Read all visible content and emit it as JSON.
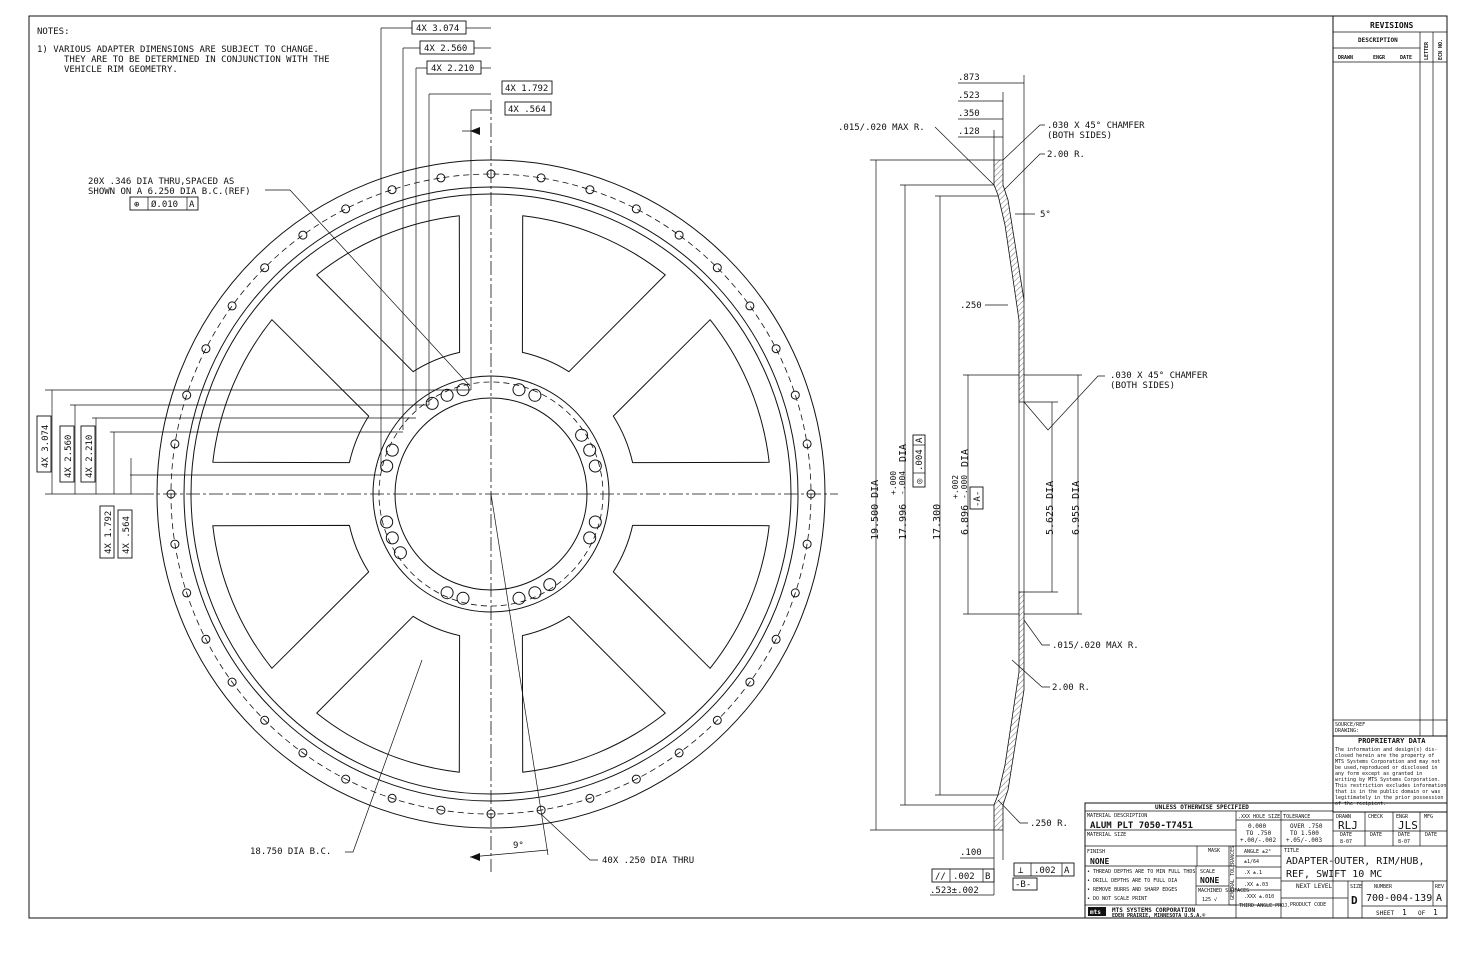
{
  "notes": {
    "heading": "NOTES:",
    "note1_line1": "1) VARIOUS ADAPTER DIMENSIONS ARE SUBJECT TO CHANGE.",
    "note1_line2": "THEY ARE TO BE DETERMINED IN CONJUNCTION WITH THE",
    "note1_line3": "VEHICLE RIM GEOMETRY."
  },
  "front_view": {
    "top_dims": [
      "4X 3.074",
      "4X 2.560",
      "4X 2.210",
      "4X 1.792",
      "4X .564"
    ],
    "left_dims": [
      "4X 3.074",
      "4X 2.560",
      "4X 2.210",
      "4X 1.792",
      "4X .564"
    ],
    "hole_note_line1": "20X .346 DIA THRU,SPACED AS",
    "hole_note_line2": "SHOWN ON A 6.250 DIA B.C.(REF)",
    "hole_fcf_symbol": "⊕",
    "hole_fcf_tol": "Ø.010",
    "hole_fcf_datum": "A",
    "bc_label": "18.750 DIA B.C.",
    "outer_holes_label": "40X .250 DIA THRU",
    "angle_label": "9°"
  },
  "section_view": {
    "dim_873": ".873",
    "dim_523": ".523",
    "dim_350": ".350",
    "dim_128": ".128",
    "max_r_top": ".015/.020 MAX R.",
    "chamfer_top_1": ".030 X 45° CHAMFER",
    "chamfer_top_2": "(BOTH SIDES)",
    "r200_top": "2.00 R.",
    "angle_5": "5°",
    "dim_250_mid": ".250",
    "chamfer_mid_1": ".030 X 45° CHAMFER",
    "chamfer_mid_2": "(BOTH SIDES)",
    "dia_19500": "19.500 DIA",
    "dia_17996": "17.996",
    "dia_17996_tol_plus": "+.000",
    "dia_17996_tol_minus": "-.004",
    "dia_17996_suffix": "DIA",
    "conc_symbol": "◎",
    "conc_tol": ".004",
    "conc_datum": "A",
    "dia_17300": "17.300",
    "dia_6896": "6.896",
    "dia_6896_tol_plus": "+.002",
    "dia_6896_tol_minus": "-.000",
    "dia_6896_suffix": "DIA",
    "datum_a": "-A-",
    "dia_5625": "5.625 DIA",
    "dia_6955": "6.955 DIA",
    "max_r_bottom": ".015/.020 MAX R.",
    "r200_bottom": "2.00 R.",
    "r250_bottom": ".250 R.",
    "dim_100": ".100",
    "par_symbol": "//",
    "par_tol": ".002",
    "par_datum": "B",
    "perp_symbol": "⊥",
    "perp_tol": ".002",
    "perp_datum": "A",
    "datum_b": "-B-",
    "dim_523_bottom": ".523±.002"
  },
  "revisions": {
    "title": "REVISIONS",
    "description": "DESCRIPTION",
    "drawn": "DRAWN",
    "engr": "ENGR",
    "date": "DATE",
    "letter": "LETTER",
    "ecn_no": "ECN NO."
  },
  "source_ref": {
    "line1": "SOURCE/REF",
    "line2": "DRAWING:"
  },
  "proprietary": {
    "title": "PROPRIETARY DATA",
    "lines": [
      "The information and design(s) dis-",
      "closed herein are the property of",
      "MTS Systems Corporation and may not",
      "be used,reproduced or disclosed in",
      "any form except as granted in",
      "writing by MTS Systems Corporation.",
      "This restriction excludes information",
      "that is in the public domain or was",
      "legitimately in the prior possession",
      "of the recipient."
    ]
  },
  "title_block": {
    "unless": "UNLESS OTHERWISE SPECIFIED",
    "material_desc_label": "MATERIAL DESCRIPTION",
    "material_desc": "ALUM PLT 7050-T7451",
    "material_size_label": "MATERIAL SIZE",
    "hole_tol_header": ".XXX HOLE SIZE TOLERANCE",
    "hole_tol_col1_a": "0.000",
    "hole_tol_col1_b": "TO .750",
    "hole_tol_col1_c": "+.00/-.002",
    "hole_tol_col2_a": "OVER .750",
    "hole_tol_col2_b": "TO 1.500",
    "hole_tol_col2_c": "+.05/-.003",
    "finish_label": "FINISH",
    "finish": "NONE",
    "mask_label": "MASK",
    "angle_tol": "ANGLE ±2°",
    "frac_tol": "±1/64",
    "x_tol": ".X ±.1",
    "xx_tol": ".XX ±.03",
    "xxx_tol": ".XXX ±.010",
    "general_tol": "GENERAL TOLERANCES",
    "note_thread": "• THREAD DEPTHS ARE TO MIN FULL THDS",
    "note_drill": "• DRILL DEPTHS ARE TO FULL DIA",
    "note_burrs": "• REMOVE BURRS AND SHARP EDGES",
    "note_scale": "• DO NOT SCALE PRINT",
    "scale_label": "SCALE",
    "scale": "NONE",
    "machined_label": "MACHINED SURFACES",
    "machined_value": "125 √",
    "third_angle": "THIRD ANGLE PROJ.",
    "company_logo": "mts",
    "company_name": "MTS SYSTEMS CORPORATION",
    "company_address": "EDEN PRAIRIE, MINNESOTA U.S.A.©",
    "drawn_label": "DRAWN",
    "drawn": "RLJ",
    "check_label": "CHECK",
    "engr_label": "ENGR",
    "engr": "JLS",
    "mfg_label": "MFG",
    "date_label": "DATE",
    "drawn_date": "8-07",
    "engr_date": "8-07",
    "title_label": "TITLE",
    "title_line1": "ADAPTER-OUTER, RIM/HUB,",
    "title_line2": "REF, SWIFT 10 MC",
    "next_level_label": "NEXT LEVEL",
    "product_code_label": "PRODUCT CODE",
    "size_label": "SIZE",
    "size": "D",
    "number_label": "NUMBER",
    "number": "700-004-139",
    "rev_label": "REV",
    "rev": "A",
    "sheet_label": "SHEET",
    "sheet": "1",
    "of_label": "OF",
    "of": "1"
  }
}
